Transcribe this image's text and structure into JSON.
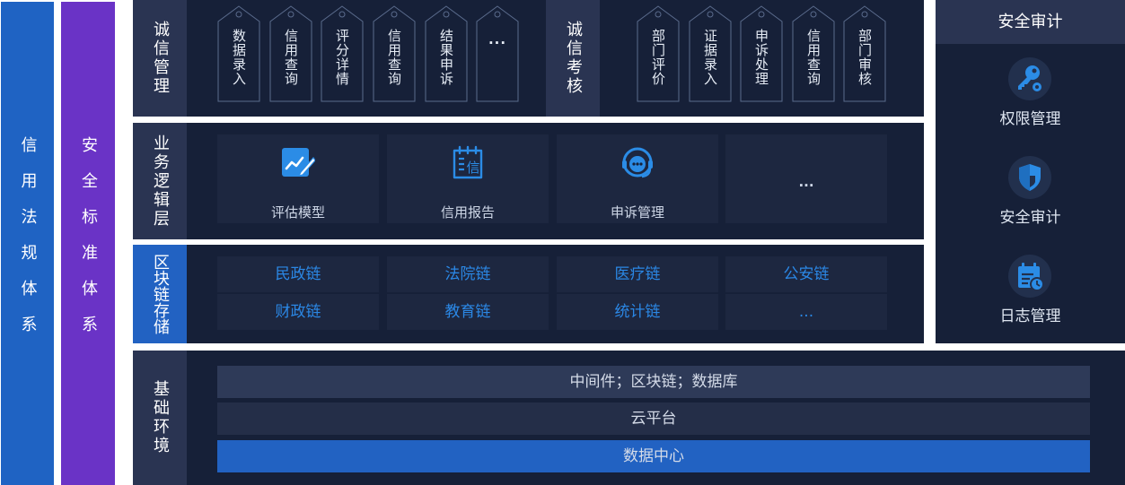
{
  "left_bars": {
    "legal": "信用法规体系",
    "safety": "安全标准体系"
  },
  "integrity": {
    "management_label": "诚信管理",
    "management_tags": [
      "数据录入",
      "信用查询",
      "评分详情",
      "信用查询",
      "结果申诉",
      "..."
    ],
    "exam_label": "诚信考核",
    "exam_tags": [
      "部门评价",
      "证据录入",
      "申诉处理",
      "信用查询",
      "部门审核"
    ]
  },
  "logic": {
    "label": "业务逻辑层",
    "modules": [
      {
        "label": "评估模型",
        "icon": "edit-chart-icon"
      },
      {
        "label": "信用报告",
        "icon": "report-document-icon"
      },
      {
        "label": "申诉管理",
        "icon": "customer-service-headset-icon"
      },
      {
        "label": "...",
        "icon": ""
      }
    ]
  },
  "chain": {
    "label": "区块链存储",
    "items": [
      "民政链",
      "法院链",
      "医疗链",
      "公安链",
      "财政链",
      "教育链",
      "统计链",
      "..."
    ]
  },
  "base": {
    "label": "基础环境",
    "layers": [
      "中间件；区块链；数据库",
      "云平台",
      "数据中心"
    ]
  },
  "security_audit": {
    "title": "安全审计",
    "items": [
      {
        "label": "权限管理",
        "icon": "key-gear-icon"
      },
      {
        "label": "安全审计",
        "icon": "shield-icon"
      },
      {
        "label": "日志管理",
        "icon": "calendar-clock-icon"
      }
    ]
  },
  "colors": {
    "page_bg": "#ffffff",
    "panel_bg": "#162038",
    "label_bg": "#2a3452",
    "module_bg": "#1d2740",
    "accent_blue": "#2262c2",
    "legal_bar": "#1f63c3",
    "safety_bar": "#6a33c6",
    "chain_text": "#2b88e6"
  }
}
